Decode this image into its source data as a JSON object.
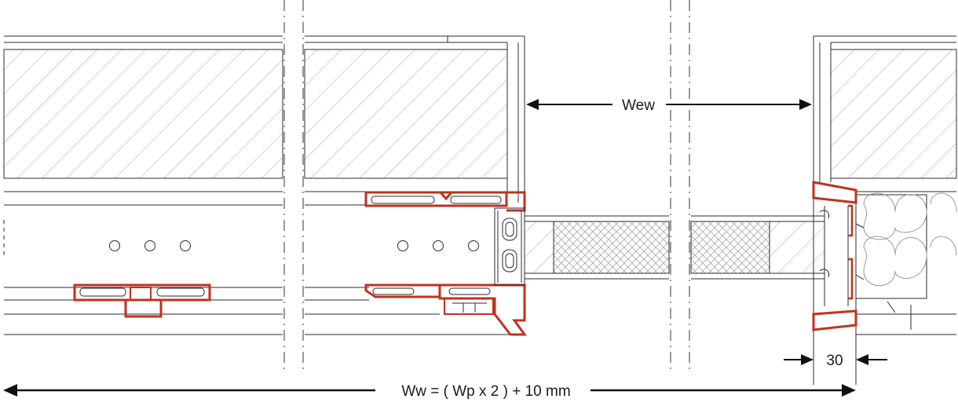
{
  "dimensions": {
    "wew_label": "Wew",
    "ww_label": "Ww = ( Wp x 2 ) + 10 mm",
    "gap_label": "30"
  },
  "colors": {
    "line": "#2b2b2b",
    "profile": "#c0321e",
    "hatch": "#9a9a9a",
    "guide": "#333333"
  }
}
